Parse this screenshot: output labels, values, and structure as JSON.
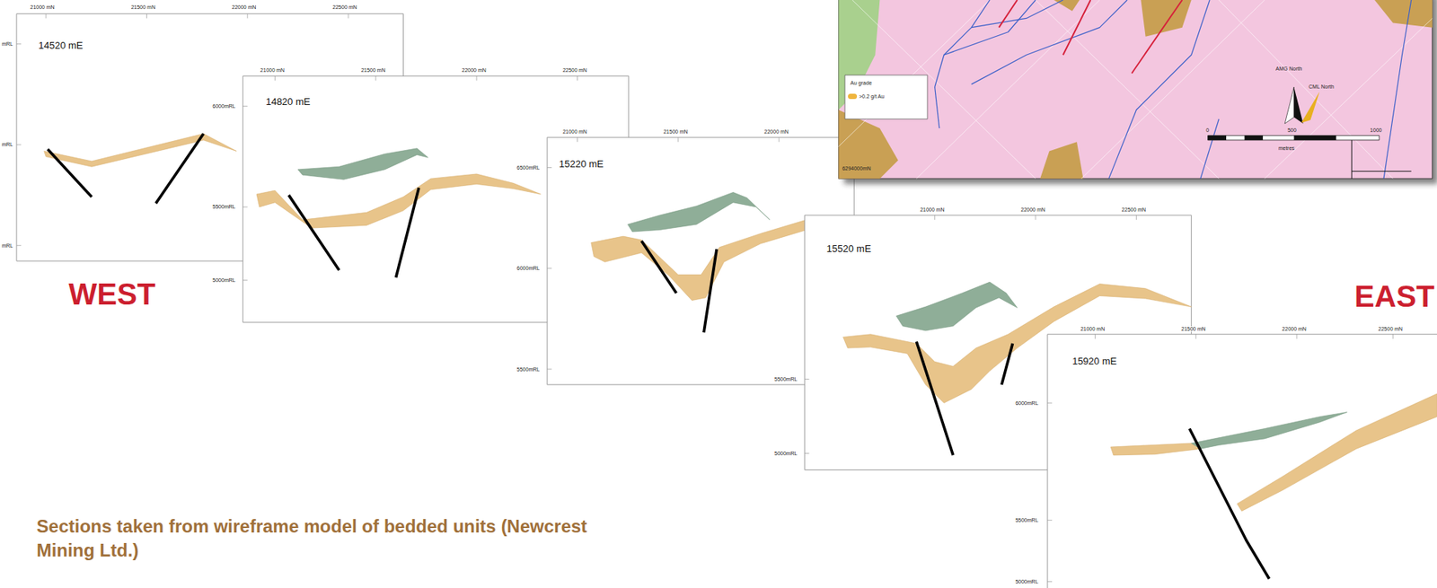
{
  "diagram": {
    "caption": "Sections taken from wireframe model of bedded units (Newcrest Mining Ltd.)",
    "nodes": [
      {
        "text": [
          "14520 mE"
        ]
      },
      {
        "text": [
          "14820 mE"
        ]
      },
      {
        "text": [
          "15220 mE"
        ]
      },
      {
        "text": [
          "15520 mE"
        ]
      },
      {
        "text": [
          "15920 mE"
        ]
      }
    ],
    "edges": [],
    "labels": [
      "WEST",
      "EAST",
      "21000 mN",
      "21500 mN",
      "22000 mN",
      "22500 mN",
      "mRL",
      "mRL",
      "mRL",
      "21000 mN",
      "21500 mN",
      "22000 mN",
      "22500 mN",
      "6000mRL",
      "5500mRL",
      "5000mRL",
      "21000 mN",
      "21500 mN",
      "22000 mN",
      "6500mRL",
      "6000mRL",
      "5500mRL",
      "21000 mN",
      "22000 mN",
      "22500 mN",
      "5500mRL",
      "5000mRL",
      "21000 mN",
      "21500 mN",
      "22000 mN",
      "22500 mN",
      "6000mRL",
      "5500mRL",
      "5000mRL",
      "Au grade",
      "AMG North",
      "CML North",
      "0",
      "500",
      "1000",
      "metres",
      "6294000mN"
    ],
    "legend": [
      {
        "text": ">0.2 g/t Au",
        "color": "#efb43c"
      }
    ]
  }
}
